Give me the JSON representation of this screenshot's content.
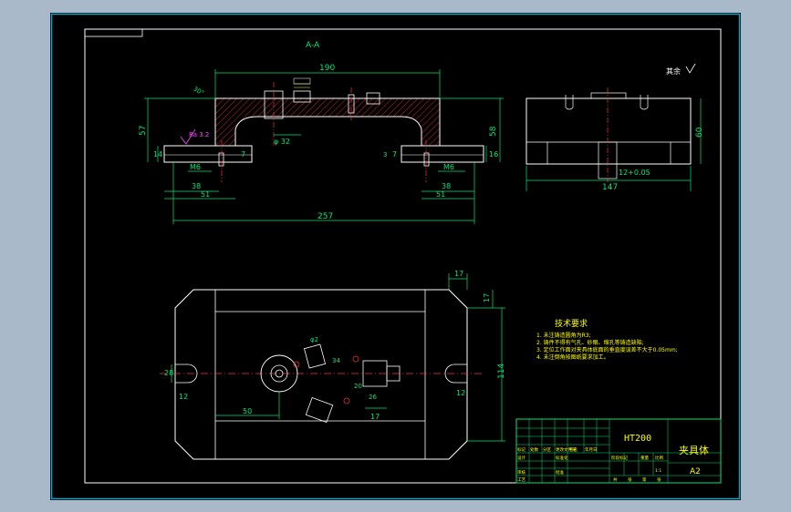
{
  "colors": {
    "background": "#a9b9c9",
    "sheet": "#000000",
    "outer_border": "#14a2c3",
    "geometry": "#ffffff",
    "dimension": "#00e676",
    "center_line": "#ff3030",
    "hatch": "#ff3030",
    "annotation": "#ffff00",
    "roughness": "#ff40ff",
    "title_text": "#ffff00",
    "title_grid": "#00e676"
  },
  "section": {
    "title": "A-A",
    "dims": {
      "top_width": "190",
      "overall_width": "257",
      "left_height": "57",
      "right_height": "58",
      "left_step": "14",
      "right_step": "16",
      "left_foot": "38",
      "left_base": "51",
      "right_foot": "38",
      "right_base": "51",
      "left_small": "7",
      "right_small": "7",
      "bore": "φ 32",
      "thread_left": "M6",
      "thread_right": "M6",
      "bevel": "30°",
      "roughness": "Ra 3.2",
      "right_three": "3"
    }
  },
  "side_view": {
    "dims": {
      "height": "60",
      "width": "147",
      "slot": "12+0.05"
    }
  },
  "plan_view": {
    "dims": {
      "top_right_a": "17",
      "top_right_b": "17",
      "right_height": "114",
      "left_radius": "12",
      "right_radius": "12",
      "bottom_left": "50",
      "bottom_mid": "17",
      "left_offset": "28",
      "mid_hole": "φ2",
      "mid_dims": [
        "20",
        "26",
        "34"
      ]
    }
  },
  "roughness_note": "其余",
  "notes": {
    "title": "技术要求",
    "items": [
      "1. 未注铸造圆角为R3;",
      "2. 铸件不得有气孔、砂眼、缩孔等铸造缺陷;",
      "3. 定位工作面对夹具体底面的垂直度误差不大于0.05mm;",
      "4. 未注倒角按图纸要求加工。"
    ]
  },
  "title_block": {
    "material": "HT200",
    "part_name": "夹具体",
    "sheet_size": "A2",
    "row_labels": [
      "标记",
      "处数",
      "分区",
      "更改文件号",
      "签名",
      "年月日"
    ],
    "left_labels": [
      "设计",
      "审核",
      "工艺"
    ],
    "mid_labels": [
      "标准化",
      "批准"
    ],
    "stage_labels": [
      "阶段标记",
      "重量",
      "比例"
    ],
    "scale": "1:1",
    "bottom_labels": [
      "共",
      "张",
      "第",
      "张"
    ]
  }
}
